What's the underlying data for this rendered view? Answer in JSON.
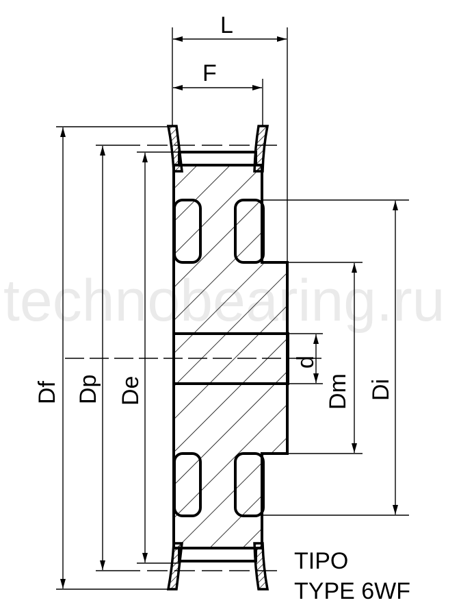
{
  "watermark": "technobearing.ru",
  "dimensions": {
    "L": "L",
    "F": "F",
    "Df": "Df",
    "Dp": "Dp",
    "De": "De",
    "d": "d",
    "Dm": "Dm",
    "Di": "Di"
  },
  "type_label": {
    "line1": "TIPO",
    "line2": "TYPE 6WF"
  },
  "colors": {
    "line": "#000000",
    "background": "#ffffff"
  }
}
